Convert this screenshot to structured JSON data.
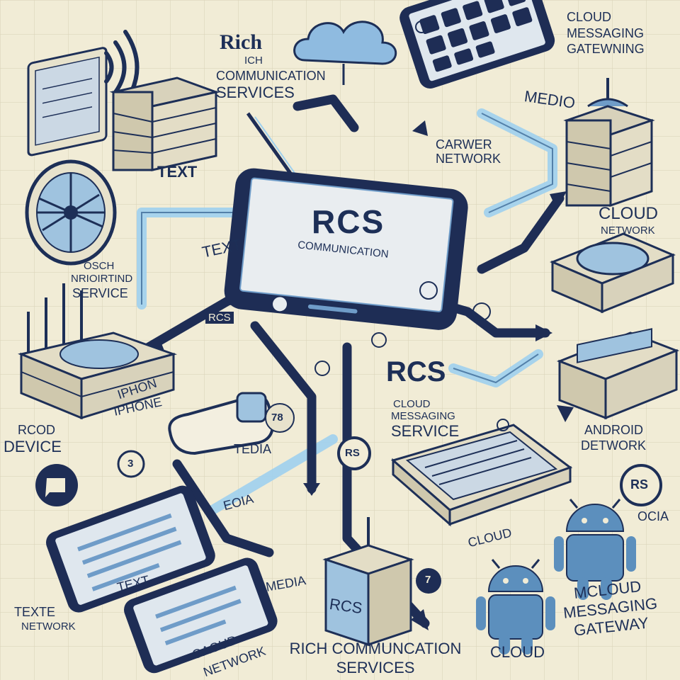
{
  "colors": {
    "background": "#f1ecd6",
    "ink": "#1d2f57",
    "accent_blue": "#6f9cc8",
    "flow_dark": "#1e2d55",
    "flow_light": "#9fd0ee",
    "android_green": "#5c8fbd"
  },
  "labels": {
    "top_rich": "Rich",
    "top_rich_sub": "ich",
    "top_communication": "Communication",
    "top_services": "Services",
    "cloud_messaging_1": "Cloud",
    "cloud_messaging_2": "Messaging",
    "cloud_messaging_3": "Gatewning",
    "medio": "Medio",
    "carrier_network_1": "Carwer",
    "carrier_network_2": "Network",
    "text_top": "Text",
    "text_mid": "Text",
    "cloud_right_1": "Cloud",
    "cloud_right_2": "Network",
    "service_left_1": "Osch",
    "service_left_2": "Nrioirtind",
    "service_left_3": "Service",
    "iphone_1": "iPhon",
    "iphone_2": "iPhone",
    "rcod_device_1": "Rcod",
    "rcod_device_2": "Device",
    "tedia": "Tedia",
    "rcs_phone": "RCS",
    "rcs_phone_sub": "Communication",
    "rcs_center": "RCS",
    "cloud_msg_service_1": "Cloud",
    "cloud_msg_service_2": "Messaging",
    "cloud_msg_service_3": "Service",
    "android_network_1": "Android",
    "android_network_2": "Detwork",
    "rs_badge": "RS",
    "rs_badge_right": "RS",
    "ocia": "Ocia",
    "eoia": "Eoia",
    "cloud_lower": "Cloud",
    "text_lower": "Text",
    "media_lower": "Media",
    "text_network_1": "Texte",
    "text_network_2": "Network",
    "oaoud_network_1": "Oaoud",
    "oaoud_network_2": "Network",
    "rcs_box": "RCS",
    "cloud_bottom": "Cloud",
    "mcloud_gateway_1": "Mcloud",
    "mcloud_gateway_2": "Messaging",
    "mcloud_gateway_3": "Gateway",
    "footer_1": "Rich Communcation",
    "footer_2": "Services",
    "rcs_arrow_tag": "RCS",
    "number_7": "7",
    "number_3": "3",
    "number_78": "78"
  }
}
